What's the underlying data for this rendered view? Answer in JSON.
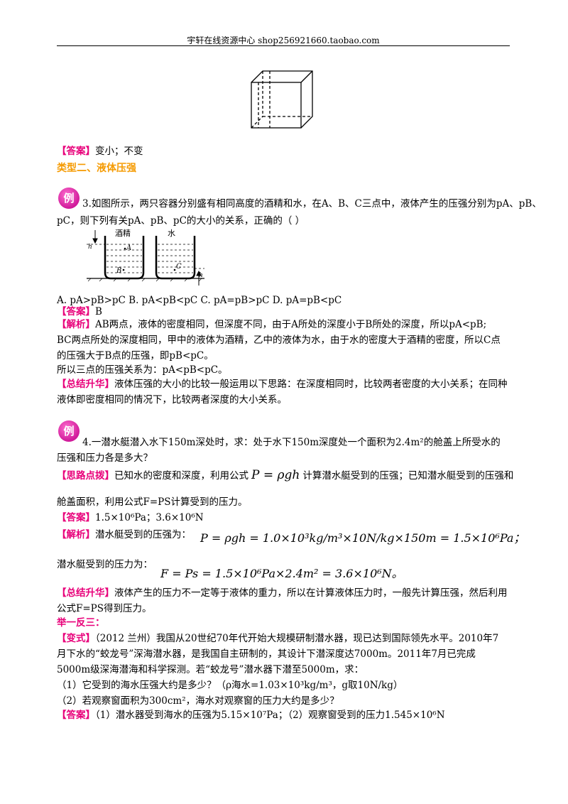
{
  "header": {
    "text": "宇轩在线资源中心   shop256921660.taobao.com"
  },
  "answer_prev": {
    "tag": "【答案】",
    "text": "变小；不变"
  },
  "section2": {
    "title": "类型二、液体压强"
  },
  "ex3": {
    "icon": "例",
    "line1": "3.如图所示，两只容器分别盛有相同高度的酒精和水，在A、B、C三点中，液体产生的压强分别为pA、pB、",
    "line2": "pC，则下列有关pA、pB、pC的大小的关系，正确的（      ）",
    "figure": {
      "left_label": "酒精",
      "right_label": "水",
      "pt_a": "A",
      "pt_b": "B",
      "pt_c": "C",
      "h": "h"
    },
    "options": "A. pA>pB>pC    B. pA<pB<pC    C. pA=pB>pC    D. pA=pB<pC",
    "answer_tag": "【答案】",
    "answer": "B",
    "analysis_tag": "【解析】",
    "analysis1": "AB两点，液体的密度相同，但深度不同，由于A所处的深度小于B所处的深度，所以pA<pB;",
    "analysis2": "BC两点所处的深度相同，甲中的液体为酒精，乙中的液体为水，由于水的密度大于酒精的密度，所以C点",
    "analysis3": "的压强大于B点的压强，即pB<pC。",
    "analysis4": "所以三点的压强关系为：pA<pB<pC。",
    "summary_tag": "【总结升华】",
    "summary1": "液体压强的大小的比较一般运用以下思路：在深度相同时，比较两者密度的大小关系；在同种",
    "summary2": "液体即密度相同的情况下，比较两者深度的大小关系。"
  },
  "ex4": {
    "icon": "例",
    "line1": "4.一潜水艇潜入水下150m深处时，求：处于水下150m深度处一个面积为2.4m²的舱盖上所受水的",
    "line2": "压强和压力各是多大？",
    "hint_tag": "【思路点拨】",
    "hint_a": "已知水的密度和深度，利用公式",
    "hint_formula": "P = ρgh",
    "hint_b": "计算潜水艇受到的压强；已知潜水艇受到的压强和",
    "hint2": "舱盖面积，利用公式F=PS计算受到的压力。",
    "answer_tag": "【答案】",
    "answer": "1.5×10⁶Pa；3.6×10⁶N",
    "analysis_tag": "【解析】",
    "analysis_a": "潜水艇受到的压强为：",
    "formula1": "P = ρgh = 1.0×10³kg/m³×10N/kg×150m = 1.5×10⁶Pa；",
    "analysis_b": "潜水艇受到的压力为：",
    "formula2": "F = Ps = 1.5×10⁶Pa×2.4m² = 3.6×10⁶N。",
    "summary_tag": "【总结升华】",
    "summary1": "液体产生的压力不一定等于液体的重力，所以在计算液体压力时，一般先计算压强，然后利用",
    "summary2": "公式F=PS得到压力。"
  },
  "practice": {
    "title": "举一反三：",
    "tag": "【变式】",
    "line1": "（2012 兰州）我国从20世纪70年代开始大规模研制潜水器，现已达到国际领先水平。2010年7",
    "line2": "月下水的“蛟龙号”深海潜水器，是我国自主研制的，其设计下潜深度达7000m。2011年7月已完成",
    "line3": "5000m级深海潜海和科学探测。若“蛟龙号”潜水器下潜至5000m，求：",
    "q1": "（1）它受到的海水压强大约是多少？（ρ海水=1.03×10³kg/m³，g取10N/kg）",
    "q2": "（2）若观察窗面积为300cm²，海水对观察窗的压力大约是多少？",
    "answer_tag": "【答案】",
    "answer": "（1）潜水器受到海水的压强为5.15×10⁷Pa；（2）观察窗受到的压力1.545×10⁶N"
  }
}
